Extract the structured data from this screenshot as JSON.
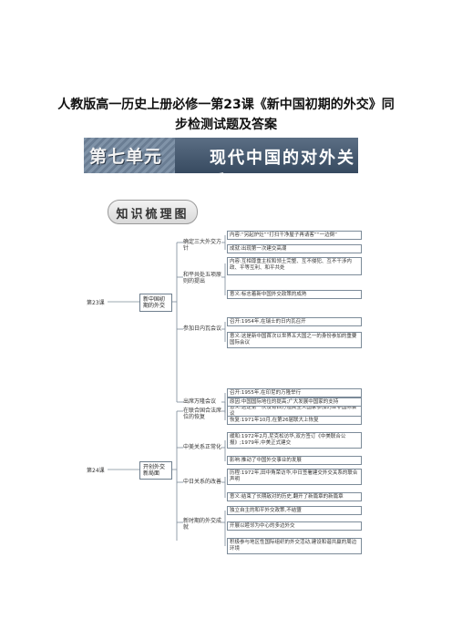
{
  "doc": {
    "title_line1": "人教版高一历史上册必修一第23课《新中国初期的外交》同",
    "title_line2": "步检测试题及答案"
  },
  "banner": {
    "unit_label": "第七单元",
    "unit_title": "现代中国的对外关系"
  },
  "map": {
    "badge": "知识梳理图",
    "lesson23": {
      "label": "第23课",
      "node": "新中国初期的外交",
      "branches": [
        {
          "label": "确定三大外交方针",
          "boxes": [
            "内容:“另起炉灶”“打扫干净屋子再请客”“一边倒”",
            "成就:出现第一次建交高潮"
          ]
        },
        {
          "label": "和平共处五项原则的提出",
          "boxes": [
            "内容:互相尊重主权和领土完整、互不侵犯、互不干涉内政、平等互利、和平共处",
            "意义:标志着新中国外交政策的成熟"
          ]
        },
        {
          "label": "参加日内瓦会议",
          "boxes": [
            "召开:1954年,在瑞士的日内瓦召开",
            "意义:这是新中国首次以世界五大国之一的身份参加的重要国际会议"
          ]
        },
        {
          "label": "出席万隆会议",
          "boxes": [
            "召开:1955年,在印尼的万隆举行",
            "意义:这是第一次没有西方殖民主义国家参加的亚非国际会议"
          ]
        }
      ]
    },
    "lesson24": {
      "label": "第24课",
      "node": "开创外交新局面",
      "branches": [
        {
          "label": "在联合国合法席位的恢复",
          "boxes": [
            "原因:中国国际地位的提高;广大发展中国家的支持",
            "恢复:1971年10月,在第26届联大上恢复"
          ]
        },
        {
          "label": "中美关系正常化",
          "boxes": [
            "缓和:1972年2月,尼克松访华,双方签订《中美联合公报》;1979年,中美正式建交",
            "影响:推动了中国外交事业的发展"
          ]
        },
        {
          "label": "中日关系的改善",
          "boxes": [
            "历程:1972年,田中角荣访华,中日签署建交外交关系的联合声明",
            "意义:结束了长期敌对的历史,翻开了新篇章的新篇章"
          ]
        },
        {
          "label": "新时期的外交成就",
          "boxes": [
            "独立自主的和平外交政策,不结盟",
            "开展以睦邻为中心的多边外交",
            "积极参与地区性国际组织的外交活动,建设和谐共赢的周边环境"
          ]
        }
      ]
    }
  }
}
